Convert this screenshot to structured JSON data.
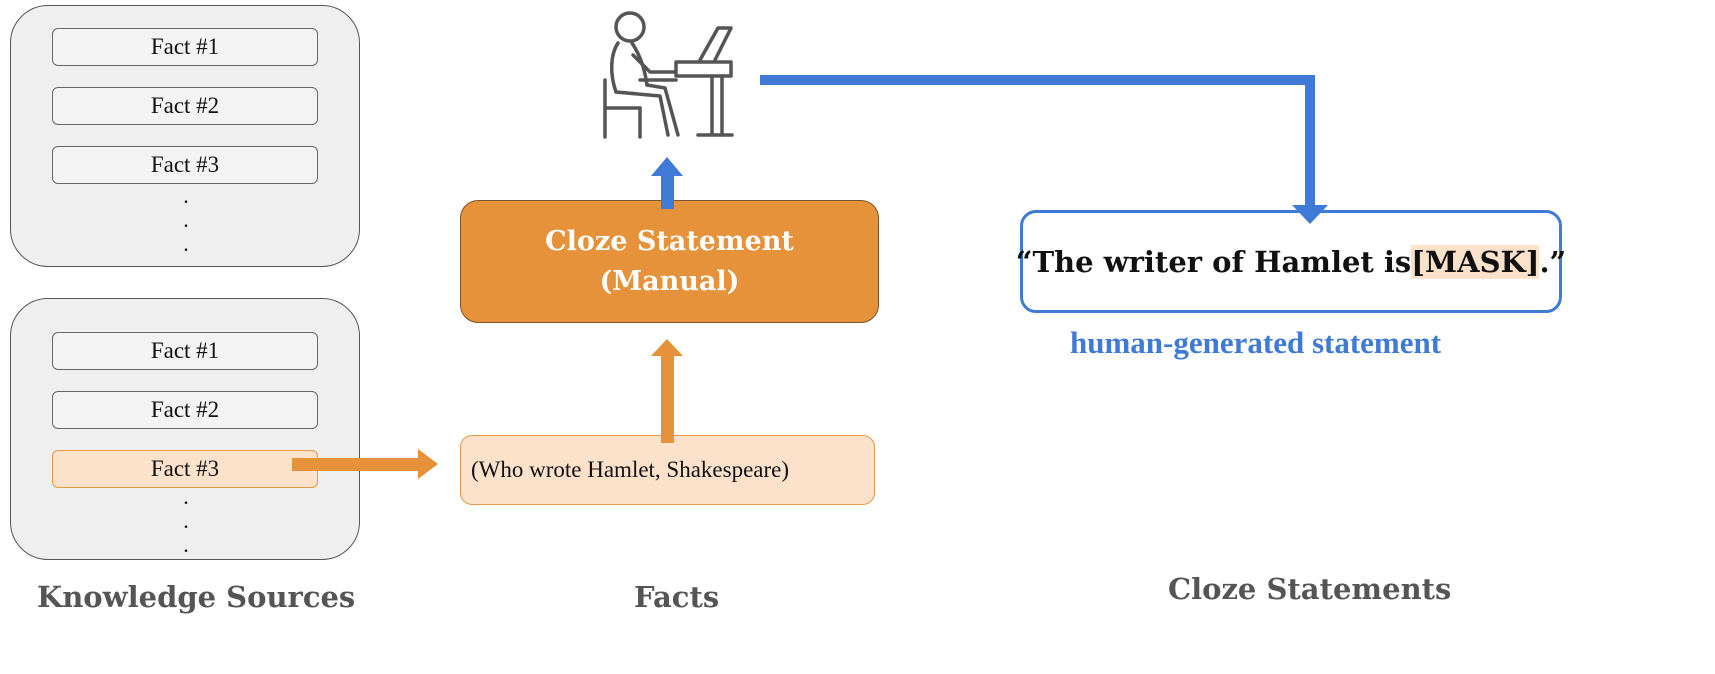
{
  "knowledge_sources": [
    {
      "facts": [
        {
          "label": "Fact #1",
          "highlighted": false
        },
        {
          "label": "Fact #2",
          "highlighted": false
        },
        {
          "label": "Fact #3",
          "highlighted": false
        }
      ],
      "dots": ".\n.\n."
    },
    {
      "facts": [
        {
          "label": "Fact #1",
          "highlighted": false
        },
        {
          "label": "Fact #2",
          "highlighted": false
        },
        {
          "label": "Fact #3",
          "highlighted": true
        }
      ],
      "dots": ".\n.\n."
    }
  ],
  "captions": {
    "knowledge_sources": "Knowledge Sources",
    "facts": "Facts",
    "cloze_statements": "Cloze Statements"
  },
  "cloze_box": {
    "line1": "Cloze Statement",
    "line2": "(Manual)"
  },
  "fact_tuple": "(Who wrote Hamlet, Shakespeare)",
  "statement": {
    "prefix": "“The writer of Hamlet is ",
    "mask": "[MASK]",
    "suffix": ".”"
  },
  "statement_label": "human-generated statement",
  "icons": {
    "annotator": "person-at-desk-icon"
  },
  "colors": {
    "orange": "#e5923a",
    "light_orange": "#fce1cb",
    "blue": "#3f7ad6",
    "caption_gray": "#555555"
  }
}
